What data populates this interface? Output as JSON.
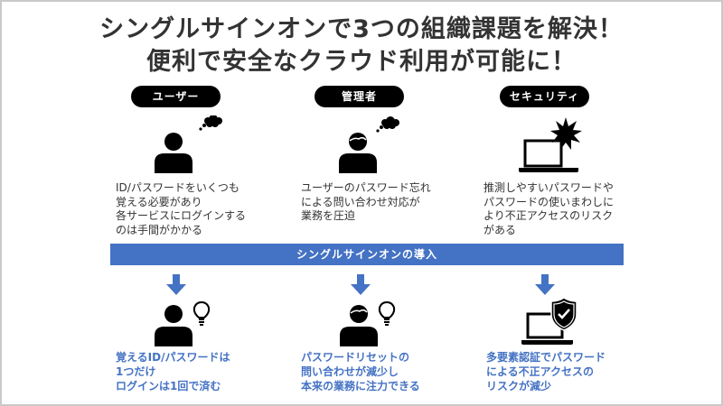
{
  "title": {
    "line1": "シングルサインオンで3つの組織課題を解決！",
    "line2": "便利で安全なクラウド利用が可能に！"
  },
  "columns": [
    {
      "header": "ユーザー",
      "before_icon": "user-thinking-icon",
      "problem": [
        "ID/パスワードをいくつも",
        "覚える必要があり",
        "各サービスにログインする",
        "のは手間がかかる"
      ],
      "after_icon": "user-lightbulb-icon",
      "result": [
        "覚えるID/パスワードは",
        "1つだけ",
        "ログインは1回で済む"
      ]
    },
    {
      "header": "管理者",
      "before_icon": "admin-thinking-icon",
      "problem": [
        "ユーザーのパスワード忘れ",
        "による問い合わせ対応が",
        "業務を圧迫"
      ],
      "after_icon": "admin-lightbulb-icon",
      "result": [
        "パスワードリセットの",
        "問い合わせが減少し",
        "本来の業務に注力できる"
      ]
    },
    {
      "header": "セキュリティ",
      "before_icon": "laptop-attack-icon",
      "problem": [
        "推測しやすいパスワードや",
        "パスワードの使いまわしに",
        "より不正アクセスのリスク",
        "がある"
      ],
      "after_icon": "laptop-shield-icon",
      "result": [
        "多要素認証でパスワード",
        "による不正アクセスの",
        "リスクが減少"
      ]
    }
  ],
  "banner": {
    "label": "シングルサインオンの導入"
  },
  "colors": {
    "accent": "#4472c4",
    "title": "#333333",
    "pill": "#000000",
    "border": "#c9c9c9"
  }
}
